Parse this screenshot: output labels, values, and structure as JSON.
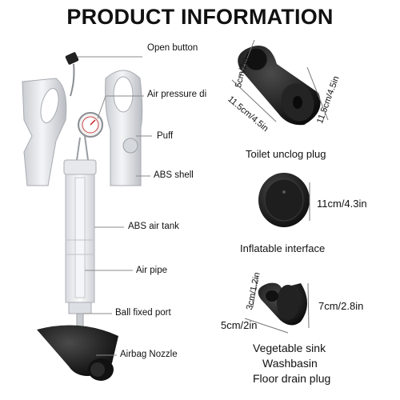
{
  "title": "PRODUCT INFORMATION",
  "callouts": {
    "open_button": "Open button",
    "air_pressure": "Air pressure di",
    "puff": "Puff",
    "abs_shell": "ABS shell",
    "abs_air_tank": "ABS air tank",
    "air_pipe": "Air pipe",
    "ball_fixed_port": "Ball fixed port",
    "airbag_nozzle": "Airbag Nozzle"
  },
  "parts": {
    "toilet_plug": {
      "label": "Toilet unclog plug",
      "dim_top": "5cm/2in",
      "dim_left": "11.5cm/4.5in",
      "dim_right": "11.5cm/4.5in"
    },
    "inflatable": {
      "label": "Inflatable interface",
      "dim": "11cm/4.3in"
    },
    "sink_plug": {
      "dim_top": "3cm/1.2in",
      "dim_right": "7cm/2.8in",
      "dim_bottom": "5cm/2in",
      "lines": [
        "Vegetable sink",
        "Washbasin",
        "Floor drain plug"
      ]
    }
  },
  "colors": {
    "shell": "#e9ebee",
    "rubber": "#1a1a1a",
    "lines": "#888888"
  }
}
